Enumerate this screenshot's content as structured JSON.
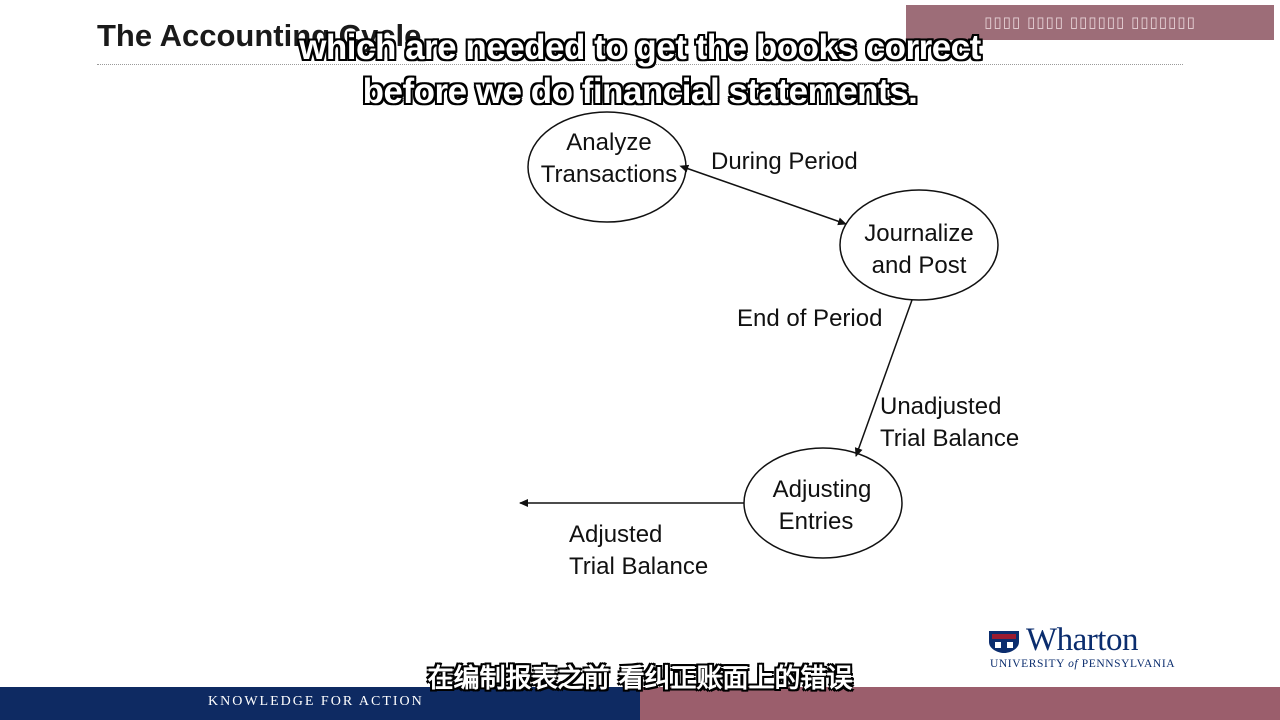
{
  "slide": {
    "title": "The Accounting Cycle",
    "footer_tagline": "KNOWLEDGE FOR ACTION"
  },
  "watermark": {
    "text": "▯▯▯▯ ▯▯▯▯ ▯▯▯▯▯▯ ▯▯▯▯▯▯▯"
  },
  "subtitles": {
    "english_line1": "which are needed to get the books correct",
    "english_line2": "before we do financial statements.",
    "chinese": "在编制报表之前 看纠正账面上的错误"
  },
  "diagram": {
    "nodes": {
      "analyze": {
        "line1": "Analyze",
        "line2": "Transactions"
      },
      "journalize": {
        "line1": "Journalize",
        "line2": "and Post"
      },
      "adjusting": {
        "line1": "Adjusting",
        "line2": "Entries"
      }
    },
    "edges": {
      "during_period": "During Period",
      "end_of_period": "End of Period",
      "unadjusted_line1": "Unadjusted",
      "unadjusted_line2": "Trial Balance",
      "adjusted_line1": "Adjusted",
      "adjusted_line2": "Trial Balance"
    }
  },
  "logo": {
    "name": "Wharton",
    "sub_prefix": "UNIVERSITY",
    "sub_italic": "of",
    "sub_suffix": "PENNSYLVANIA"
  },
  "colors": {
    "footer_navy": "#0e2a62",
    "footer_maroon": "#9b5e6c",
    "logo_blue": "#0b2d6e"
  }
}
